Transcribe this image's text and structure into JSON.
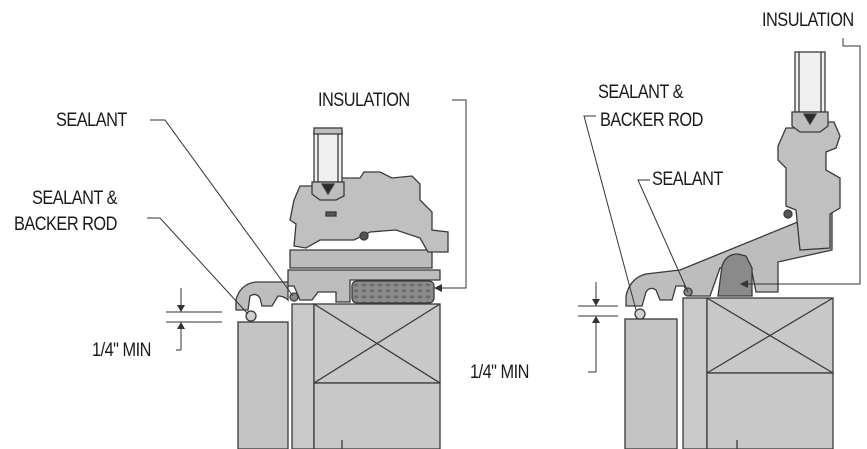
{
  "labels": {
    "left_sealant": "SEALANT",
    "left_insulation": "INSULATION",
    "left_sealant_backer_l1": "SEALANT &",
    "left_sealant_backer_l2": "BACKER ROD",
    "left_min_gap": "1/4\" MIN",
    "right_insulation": "INSULATION",
    "right_sealant_backer_l1": "SEALANT &",
    "right_sealant_backer_l2": "BACKER ROD",
    "right_sealant": "SEALANT",
    "right_min_gap": "1/4\" MIN"
  },
  "colors": {
    "frame_fill": "#bdbdbd",
    "frame_stroke": "#3a3a3a",
    "insulation_fill": "#8a8a8a",
    "wood_fill": "#c2c2c2",
    "line": "#333333"
  }
}
